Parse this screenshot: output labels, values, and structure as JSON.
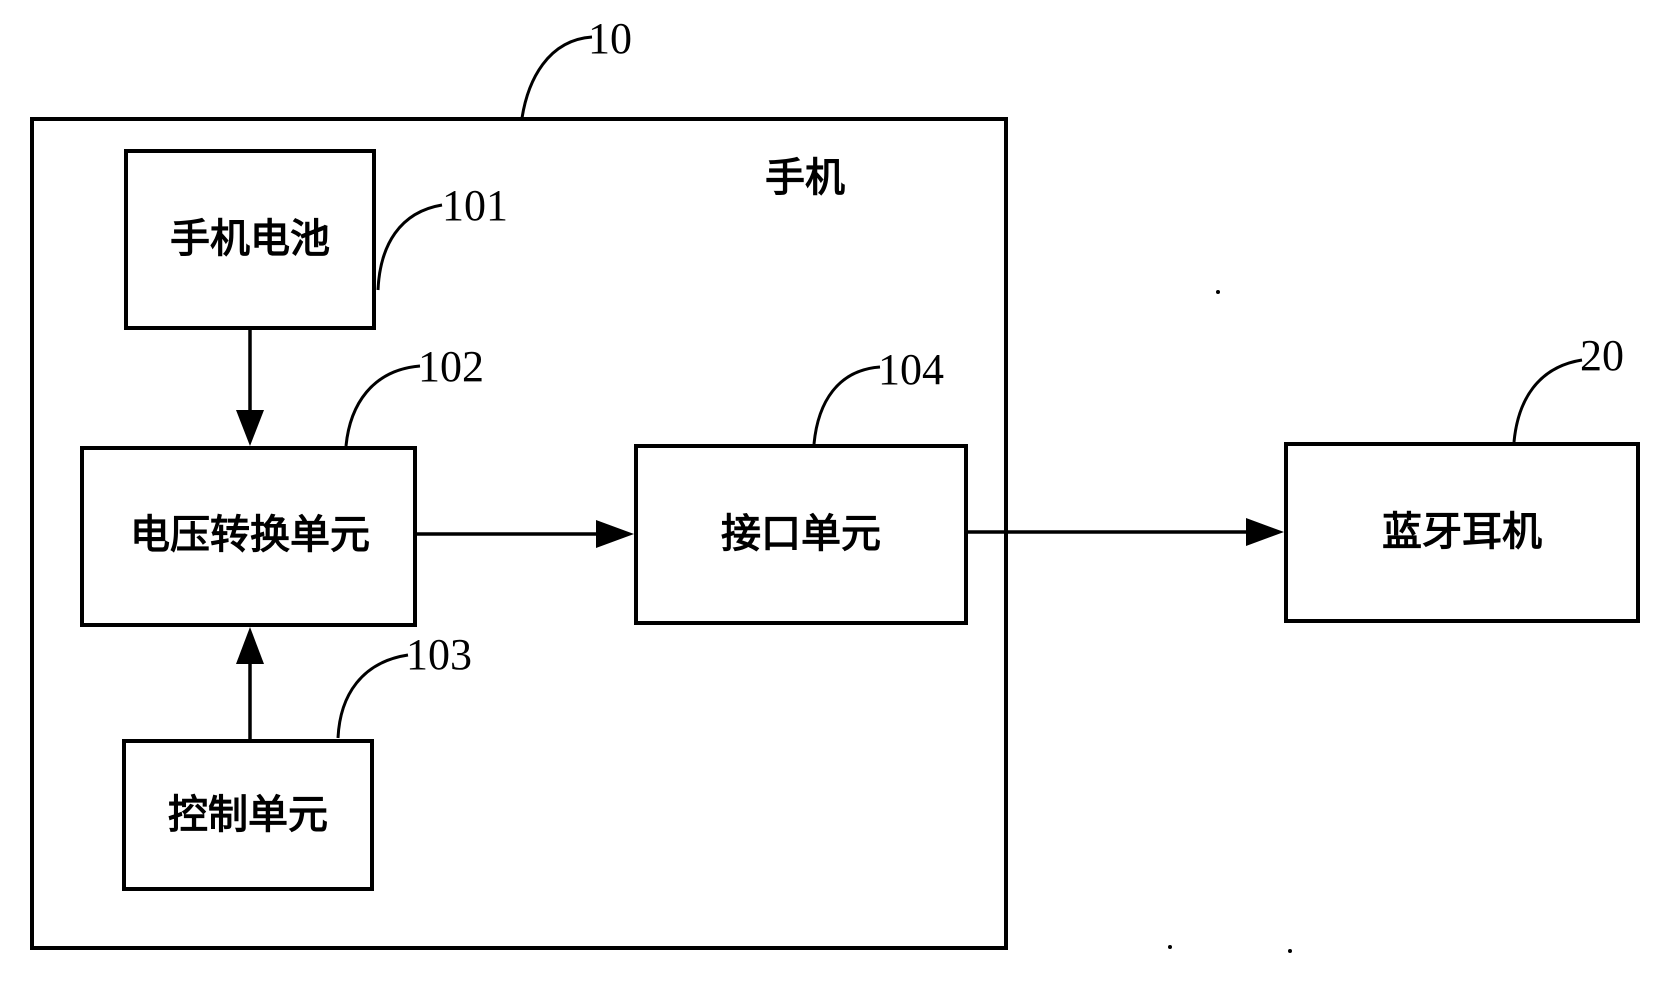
{
  "diagram": {
    "container": {
      "label": "手机",
      "ref": "10"
    },
    "blocks": {
      "battery": {
        "label": "手机电池",
        "ref": "101"
      },
      "voltage_converter": {
        "label": "电压转换单元",
        "ref": "102"
      },
      "control": {
        "label": "控制单元",
        "ref": "103"
      },
      "interface": {
        "label": "接口单元",
        "ref": "104"
      },
      "bluetooth_headset": {
        "label": "蓝牙耳机",
        "ref": "20"
      }
    },
    "connections": [
      {
        "from": "battery",
        "to": "voltage_converter"
      },
      {
        "from": "control",
        "to": "voltage_converter"
      },
      {
        "from": "voltage_converter",
        "to": "interface"
      },
      {
        "from": "interface",
        "to": "bluetooth_headset"
      }
    ]
  }
}
